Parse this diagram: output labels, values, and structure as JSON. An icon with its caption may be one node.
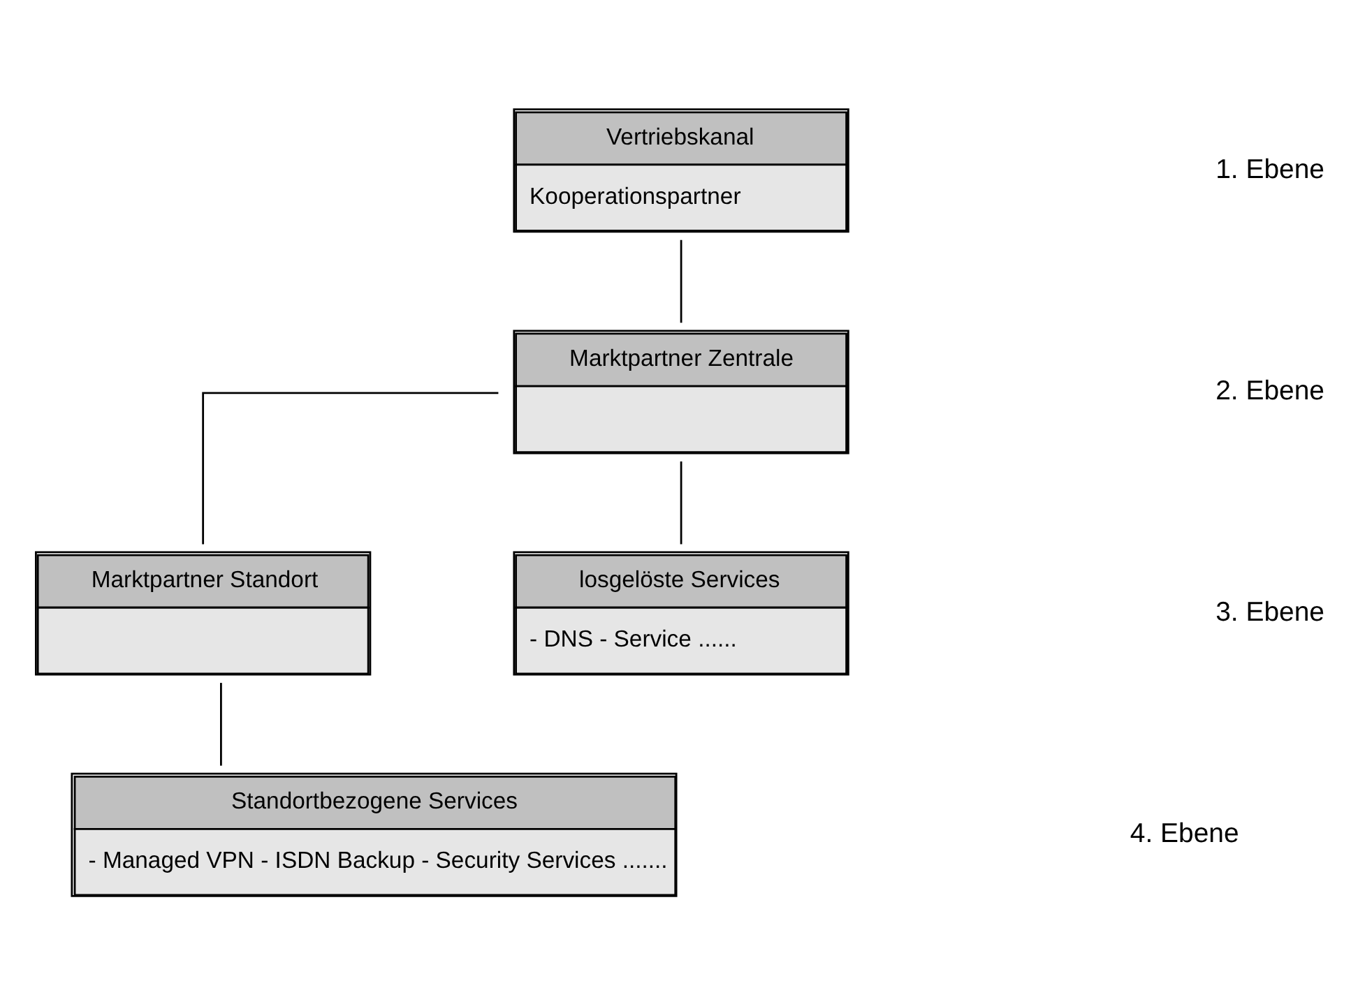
{
  "diagram": {
    "nodes": [
      {
        "text": [
          "Vertriebskanal",
          "Kooperationspartner"
        ]
      },
      {
        "text": [
          "Marktpartner Zentrale"
        ]
      },
      {
        "text": [
          "Marktpartner Standort"
        ]
      },
      {
        "text": [
          "losgelöste Services",
          "- DNS - Service ......"
        ]
      },
      {
        "text": [
          "Standortbezogene Services",
          "- Managed VPN - ISDN Backup - Security Services ......."
        ]
      }
    ],
    "edges": [
      {
        "from": 0,
        "to": 1,
        "arrow": "none"
      },
      {
        "from": 1,
        "to": 2,
        "arrow": "none"
      },
      {
        "from": 1,
        "to": 3,
        "arrow": "none"
      },
      {
        "from": 2,
        "to": 4,
        "arrow": "none"
      }
    ],
    "labels": [
      "1. Ebene",
      "2. Ebene",
      "3. Ebene",
      "4. Ebene"
    ]
  }
}
